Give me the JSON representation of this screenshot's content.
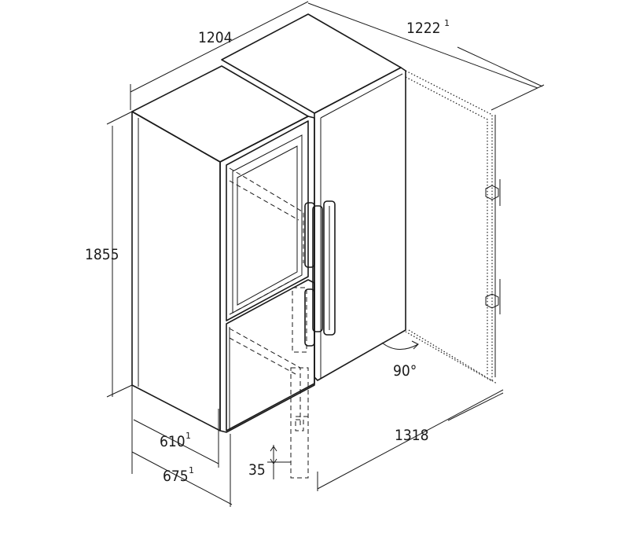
{
  "diagram": {
    "dimensions": [
      {
        "id": "width-total",
        "value": "1204",
        "sup": ""
      },
      {
        "id": "depth-door-open",
        "value": "1222",
        "sup": "1"
      },
      {
        "id": "height",
        "value": "1855",
        "sup": ""
      },
      {
        "id": "depth-body",
        "value": "610",
        "sup": "1"
      },
      {
        "id": "depth-with-handle",
        "value": "675",
        "sup": "1"
      },
      {
        "id": "door-swing-width",
        "value": "1318",
        "sup": ""
      },
      {
        "id": "door-gap",
        "value": "35",
        "sup": ""
      },
      {
        "id": "door-angle",
        "value": "90°",
        "sup": ""
      }
    ]
  }
}
